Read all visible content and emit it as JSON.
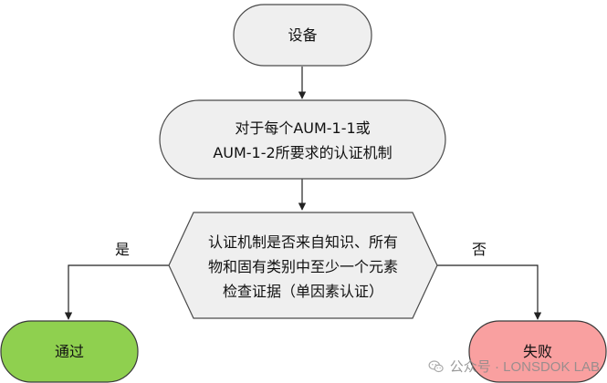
{
  "diagram": {
    "nodes": {
      "device": {
        "text": "设备",
        "fill": "#efefef",
        "stroke": "#4a4a4a"
      },
      "requirement": {
        "lines": [
          "对于每个AUM-1-1或",
          "AUM-1-2所要求的认证机制"
        ],
        "fill": "#efefef",
        "stroke": "#4a4a4a"
      },
      "decision": {
        "lines": [
          "认证机制是否来自知识、所有",
          "物和固有类别中至少一个元素",
          "检查证据（单因素认证）"
        ],
        "fill": "#efefef",
        "stroke": "#4a4a4a"
      },
      "pass": {
        "text": "通过",
        "fill": "#8fd04f",
        "stroke": "#3a3a3a"
      },
      "fail": {
        "text": "失败",
        "fill": "#f9a0a0",
        "stroke": "#3a3a3a"
      }
    },
    "branches": {
      "yes": "是",
      "no": "否"
    }
  },
  "watermark": {
    "text": "公众号 · LONSDOK LAB",
    "icon": "wechat-icon"
  }
}
